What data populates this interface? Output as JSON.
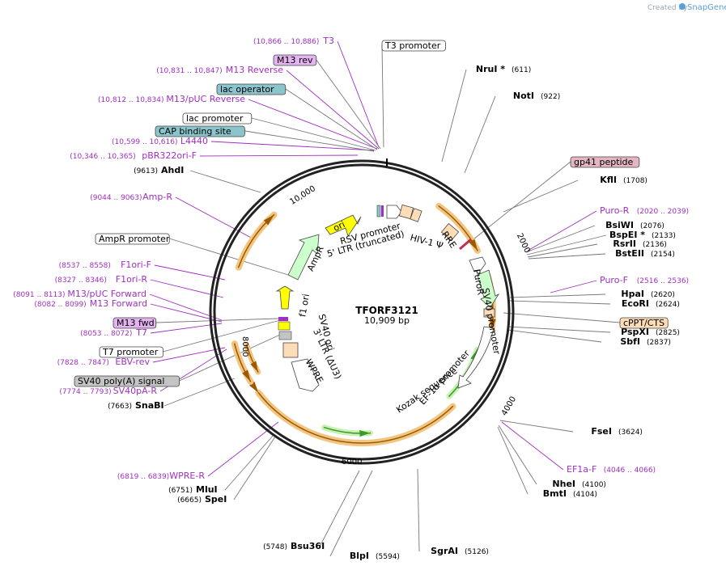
{
  "credit": {
    "prefix": "Created by",
    "brand": "SnapGene"
  },
  "plasmid": {
    "name": "TFORF3121",
    "length": "10,909 bp"
  },
  "ticks": [
    "2000",
    "4000",
    "6000",
    "8000",
    "10,000"
  ],
  "sites": [
    {
      "name": "NruI *",
      "pos": "(611)"
    },
    {
      "name": "NotI",
      "pos": "(922)"
    },
    {
      "name": "KflI",
      "pos": "(1708)"
    },
    {
      "name": "BsiWI",
      "pos": "(2076)"
    },
    {
      "name": "BspEI *",
      "pos": "(2133)"
    },
    {
      "name": "RsrII",
      "pos": "(2136)"
    },
    {
      "name": "BstEII",
      "pos": "(2154)"
    },
    {
      "name": "HpaI",
      "pos": "(2620)"
    },
    {
      "name": "EcoRI",
      "pos": "(2624)"
    },
    {
      "name": "PspXI",
      "pos": "(2825)"
    },
    {
      "name": "SbfI",
      "pos": "(2837)"
    },
    {
      "name": "FseI",
      "pos": "(3624)"
    },
    {
      "name": "NheI",
      "pos": "(4100)"
    },
    {
      "name": "BmtI",
      "pos": "(4104)"
    },
    {
      "name": "SgrAI",
      "pos": "(5126)"
    },
    {
      "name": "BlpI",
      "pos": "(5594)"
    },
    {
      "name": "Bsu36I",
      "pos": "(5748)"
    },
    {
      "name": "SpeI",
      "pos": "(6665)"
    },
    {
      "name": "MluI",
      "pos": "(6751)"
    },
    {
      "name": "SnaBI",
      "pos": "(7663)"
    },
    {
      "name": "AhdI",
      "pos": "(9613)"
    }
  ],
  "primers": [
    {
      "name": "T3",
      "pos": "(10,866 .. 10,886)"
    },
    {
      "name": "M13 Reverse",
      "pos": "(10,831 .. 10,847)"
    },
    {
      "name": "M13/pUC Reverse",
      "pos": "(10,812 .. 10,834)"
    },
    {
      "name": "L4440",
      "pos": "(10,599 .. 10,616)"
    },
    {
      "name": "pBR322ori-F",
      "pos": "(10,346 .. 10,365)"
    },
    {
      "name": "Amp-R",
      "pos": "(9044 .. 9063)"
    },
    {
      "name": "F1ori-F",
      "pos": "(8537 .. 8558)"
    },
    {
      "name": "F1ori-R",
      "pos": "(8327 .. 8346)"
    },
    {
      "name": "M13/pUC Forward",
      "pos": "(8091 .. 8113)"
    },
    {
      "name": "M13 Forward",
      "pos": "(8082 .. 8099)"
    },
    {
      "name": "T7",
      "pos": "(8053 .. 8072)"
    },
    {
      "name": "EBV-rev",
      "pos": "(7828 .. 7847)"
    },
    {
      "name": "SV40pA-R",
      "pos": "(7774 .. 7793)"
    },
    {
      "name": "WPRE-R",
      "pos": "(6819 .. 6839)"
    },
    {
      "name": "Puro-R",
      "pos": "(2020 .. 2039)"
    },
    {
      "name": "Puro-F",
      "pos": "(2516 .. 2536)"
    },
    {
      "name": "EF1a-F",
      "pos": "(4046 .. 4066)"
    }
  ],
  "boxed": [
    {
      "name": "T3 promoter"
    },
    {
      "name": "M13 rev"
    },
    {
      "name": "lac operator"
    },
    {
      "name": "lac promoter"
    },
    {
      "name": "CAP binding site"
    },
    {
      "name": "gp41 peptide"
    },
    {
      "name": "AmpR promoter"
    },
    {
      "name": "cPPT/CTS"
    },
    {
      "name": "M13 fwd"
    },
    {
      "name": "T7 promoter"
    },
    {
      "name": "SV40 poly(A) signal"
    }
  ],
  "features": [
    "ori",
    "RSV promoter",
    "5' LTR (truncated)",
    "HIV-1 Ψ",
    "RRE",
    "PuroR",
    "SV40 promoter",
    "EF-1α promoter",
    "Kozak sequence",
    "AmpR",
    "f1 ori",
    "SV40 ori",
    "3' LTR (ΔU3)",
    "WPRE"
  ],
  "colors": {
    "primer": "#a02fc0",
    "arc": "#f2c582",
    "arc_arrow": "#9c5a00",
    "green_arc": "#c8f0b0",
    "green_arrow": "#3a9a2a",
    "ori": "#ffff00",
    "ampr": "#ccffcc",
    "ltr": "#fddcb8",
    "box_purple": "#e3b4ef",
    "box_teal": "#8cc4cc",
    "box_pink": "#e4b6c4",
    "box_orange": "#fddcb8",
    "box_gray": "#c4c4c4"
  }
}
